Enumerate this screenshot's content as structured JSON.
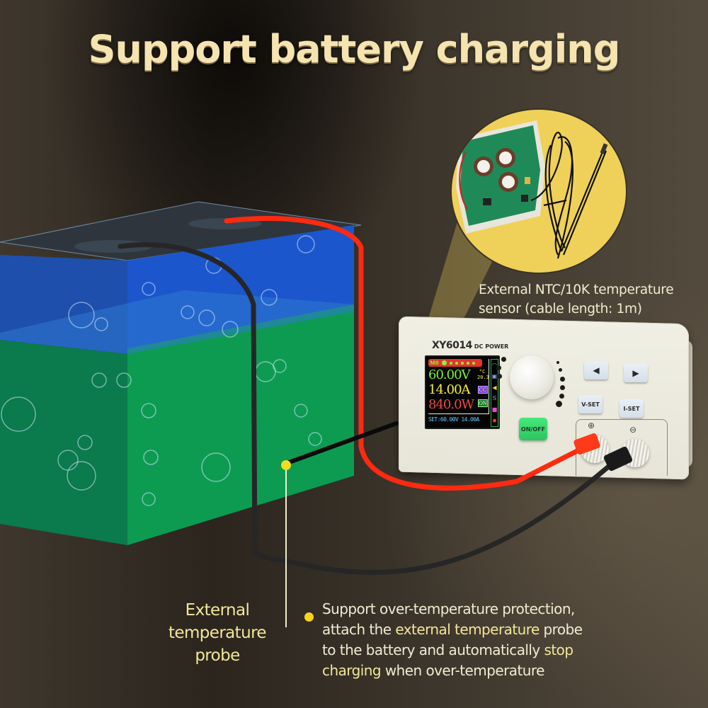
{
  "title": "Support battery charging",
  "colors": {
    "title": "#f5e4b0",
    "accent_yellow": "#f3e69a",
    "bullet": "#f6d31f",
    "background": "#3a3229",
    "battery_blue": "#1d52c9",
    "battery_green": "#0d9a52",
    "cable_red": "#ff2a10",
    "inset_circle": "#efd15a"
  },
  "inset": {
    "icon": "pcb-with-ntc-sensor-cable",
    "caption_line1": "External NTC/10K temperature",
    "caption_line2": "sensor (cable length: 1m)"
  },
  "device": {
    "model": "XY6014",
    "subtitle": "DC POWER",
    "display": {
      "top_tag": "M0",
      "voltage": "60.00V",
      "current": "14.00A",
      "power": "840.0W",
      "temp_label": "°C",
      "temp_value": "20.3",
      "mode_badge": "CC",
      "output_badge": "ON",
      "set_line": "SET:60.00V 14.00A",
      "status_icons": [
        "wifi-icon",
        "data-group-icon",
        "speaker-icon",
        "s-icon",
        "unlock-icon",
        "sun-icon"
      ]
    },
    "buttons": {
      "left": "◀",
      "right": "▶",
      "vset": "V-SET",
      "iset": "I-SET",
      "onoff": "ON/OFF"
    },
    "terminals": {
      "positive": "⊕",
      "negative": "⊖"
    }
  },
  "probe_label": {
    "line1": "External",
    "line2": "temperature",
    "line3": "probe"
  },
  "description": {
    "line1": "Support over-temperature protection,",
    "line2_a": "attach the ",
    "line2_hl": "external temperature",
    "line2_b": " probe",
    "line3_a": "to the battery and automatically ",
    "line3_hl": "stop",
    "line4_hl": "charging",
    "line4_b": " when over-temperature"
  }
}
